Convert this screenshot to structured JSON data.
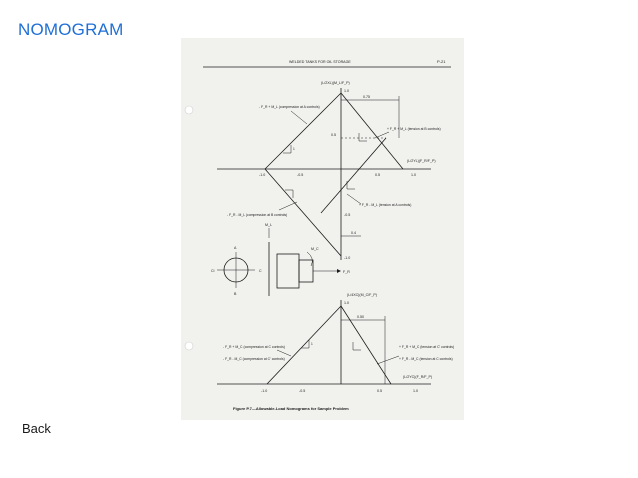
{
  "slide": {
    "title": "NOMOGRAM",
    "back_label": "Back"
  },
  "document": {
    "header": "WELDED TANKS FOR OIL STORAGE",
    "page_number": "P-21",
    "caption": "Figure P.7—Allowable-Load Nomograms for Sample Problem",
    "top": {
      "y_axis_label": "(L/2XL)(M_L/F_P)",
      "y_top": "1.0",
      "y_mid1": "0.5",
      "y_mid2": "-0.5",
      "y_low": "-1.0",
      "x_axis_label": "(L/2YL)(F_R/F_P)",
      "x_ticks": [
        "-1.0",
        "-0.5",
        "0.5",
        "1.0"
      ],
      "dim_top": "0.75",
      "dim_mid": "0.4",
      "note_a_comp": "- F_R + M_L (compression at A controls)",
      "note_a_tension": "+ F_R + M_L (tension at B controls)",
      "note_b_comp": "- F_R - M_L (compression at B controls)",
      "note_b_tension": "+ F_R - M_L (tension at A controls)",
      "slope": "1"
    },
    "bottom": {
      "y_axis_label": "(L/4XC)(M_C/F_P)",
      "y_top": "1.0",
      "dim_top": "0.50",
      "x_axis_label": "(L/2YC)(F_R/F_P)",
      "x_ticks": [
        "-1.0",
        "-0.5",
        "0.5",
        "1.0"
      ],
      "note_c_comp": "- F_R + M_C (compression at C controls)",
      "note_c2_comp": "- F_R - M_C (compression at C' controls)",
      "note_c_tension": "+ F_R + M_C (tension at C' controls)",
      "note_c2_tension": "+ F_R - M_C (tension at C controls)",
      "slope": "1"
    },
    "sketch": {
      "label_a": "A",
      "label_b": "B",
      "label_c": "C",
      "label_cl": "Cl",
      "label_ml": "M_L",
      "label_mc": "M_C",
      "label_fr": "F_R"
    }
  }
}
